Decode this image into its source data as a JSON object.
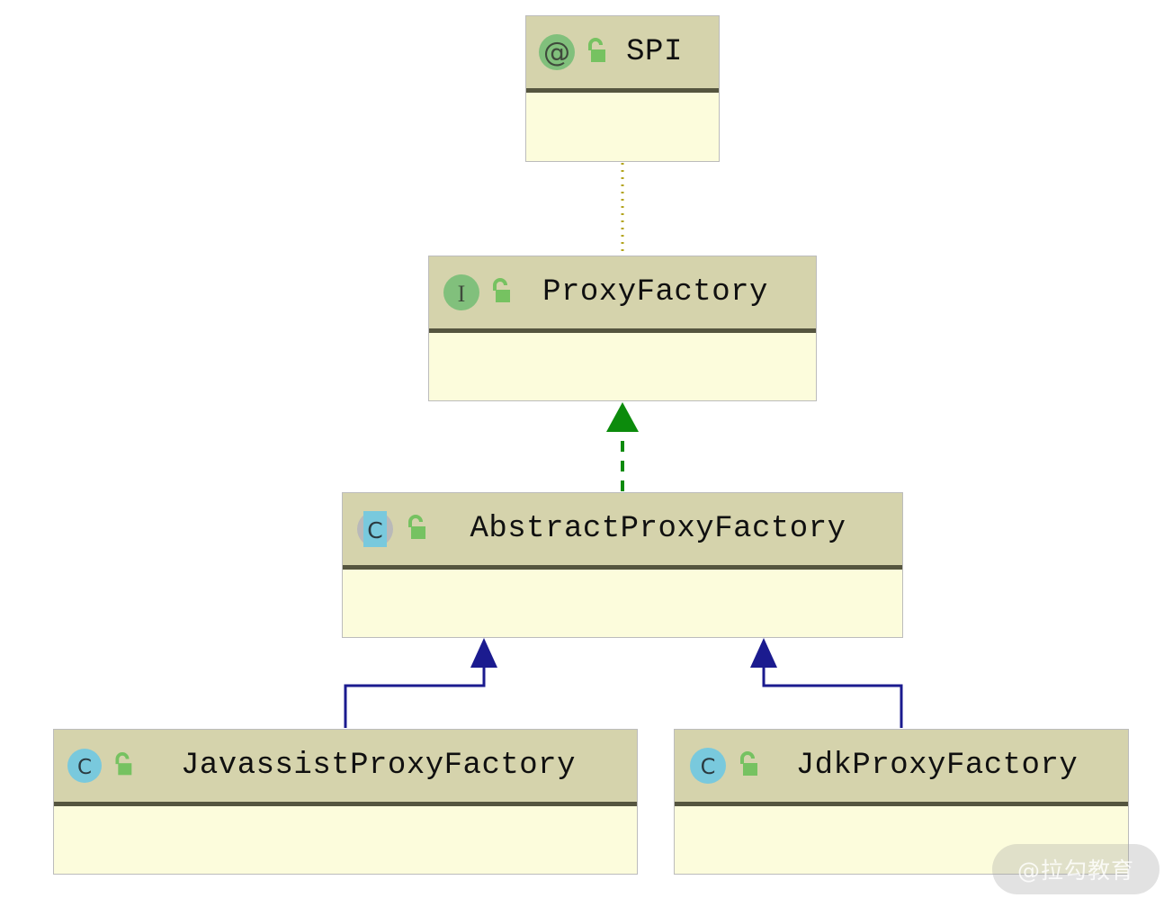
{
  "diagram": {
    "kind": "uml-class-diagram",
    "background_color": "#ffffff",
    "palette": {
      "header_fill": "#d5d3ac",
      "body_fill": "#fcfcdc",
      "box_border": "#bcbcbc",
      "header_divider": "#55553f",
      "annotation_icon_green": "#81c07c",
      "interface_icon_green": "#81c07c",
      "class_icon_blue": "#79c9dd",
      "abstract_arc_grey": "#b9b9b9",
      "lock_green": "#76c261",
      "realization_green": "#0c8b0c",
      "inheritance_navy": "#1b1b8f",
      "annotation_link_olive": "#b3a41e",
      "title_text": "#101010"
    },
    "classes": [
      {
        "id": "spi",
        "name": "SPI",
        "kind": "annotation",
        "badge_icon": "annotation-at-icon",
        "badge_glyph": "@",
        "visibility_icon": "unlocked-public-icon",
        "visibility": "public"
      },
      {
        "id": "proxyfactory",
        "name": "ProxyFactory",
        "kind": "interface",
        "badge_icon": "interface-icon",
        "badge_glyph": "I",
        "visibility_icon": "unlocked-public-icon",
        "visibility": "public"
      },
      {
        "id": "abstract",
        "name": "AbstractProxyFactory",
        "kind": "abstract-class",
        "badge_icon": "abstract-class-icon",
        "badge_glyph": "C",
        "visibility_icon": "unlocked-public-icon",
        "visibility": "public"
      },
      {
        "id": "javassist",
        "name": "JavassistProxyFactory",
        "kind": "class",
        "badge_icon": "class-icon",
        "badge_glyph": "C",
        "visibility_icon": "unlocked-public-icon",
        "visibility": "public"
      },
      {
        "id": "jdk",
        "name": "JdkProxyFactory",
        "kind": "class",
        "badge_icon": "class-icon",
        "badge_glyph": "C",
        "visibility_icon": "unlocked-public-icon",
        "visibility": "public"
      }
    ],
    "relations": [
      {
        "id": "spi-to-proxyfactory",
        "type": "annotation-link",
        "style": "dotted",
        "arrowhead": "none",
        "color": "#b3a41e",
        "from": "proxyfactory",
        "to": "spi"
      },
      {
        "id": "abstract-realizes-proxyfactory",
        "type": "realization",
        "style": "dashed",
        "arrowhead": "filled-triangle",
        "color": "#0c8b0c",
        "from": "abstract",
        "to": "proxyfactory"
      },
      {
        "id": "javassist-extends-abstract",
        "type": "generalization",
        "style": "solid-orthogonal",
        "arrowhead": "filled-triangle",
        "color": "#1b1b8f",
        "from": "javassist",
        "to": "abstract"
      },
      {
        "id": "jdk-extends-abstract",
        "type": "generalization",
        "style": "solid-orthogonal",
        "arrowhead": "filled-triangle",
        "color": "#1b1b8f",
        "from": "jdk",
        "to": "abstract"
      }
    ]
  },
  "watermark": {
    "text": "@拉勾教育"
  }
}
